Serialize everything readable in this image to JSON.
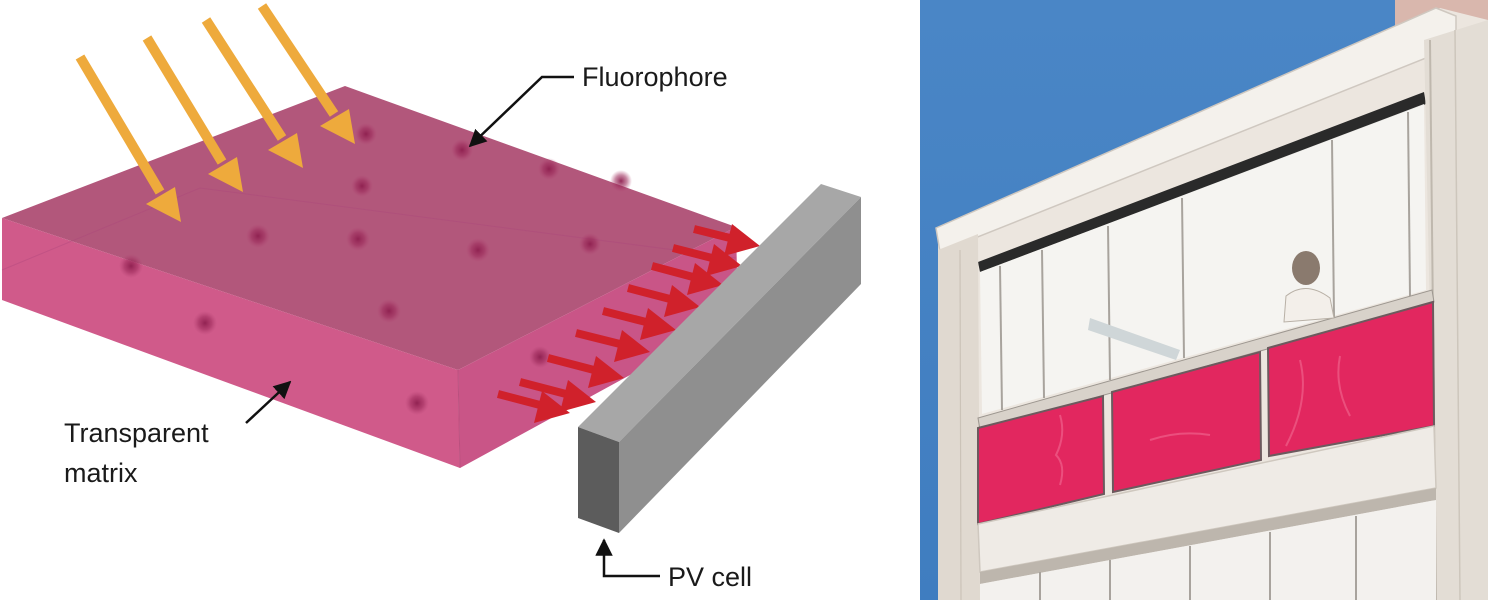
{
  "diagram": {
    "labels": {
      "fluorophore": "Fluorophore",
      "matrix_line1": "Transparent",
      "matrix_line2": "matrix",
      "pv_cell": "PV cell"
    }
  },
  "colors": {
    "slab_top": "#b2577b",
    "slab_front": "#d05a8a",
    "slab_side": "#c95587",
    "fluorophore_dot": "#8e1f4f",
    "incident_light": "#eeaa3c",
    "emitted_light": "#d0212b",
    "pv_top": "#a7a7a7",
    "pv_front": "#5c5c5c",
    "pv_side": "#8f8f8f",
    "sky": "#4a86c6",
    "pink_panel": "#e2275f"
  }
}
